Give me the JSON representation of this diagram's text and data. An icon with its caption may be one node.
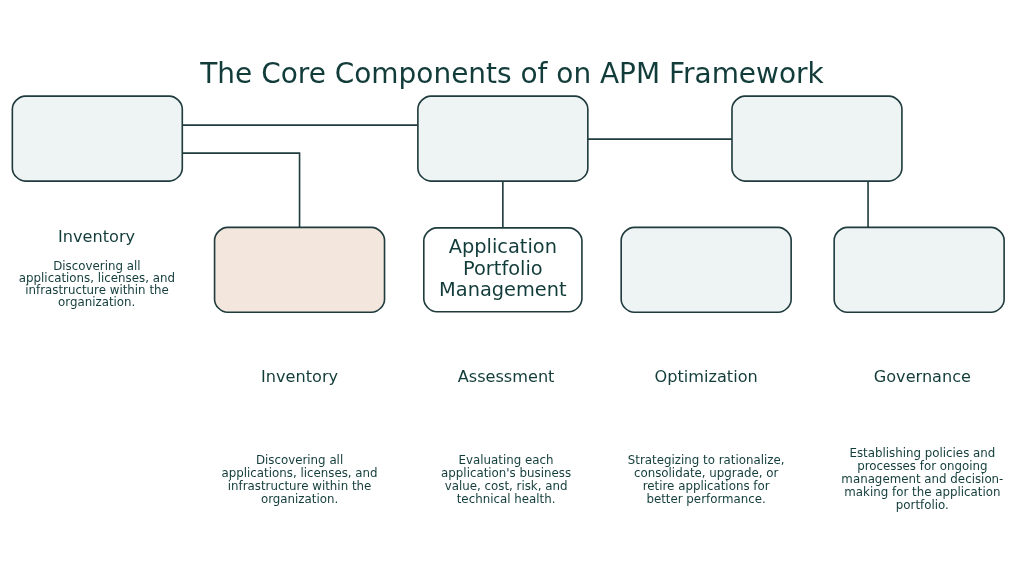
{
  "diagram": {
    "title": "The Core Components of on APM Framework",
    "nodes": [
      {
        "text": [],
        "shape": "box",
        "beside": [
          "Inventory",
          "Discovering all applications, licenses, and infrastructure within the organization."
        ]
      },
      {
        "text": [],
        "shape": "box"
      },
      {
        "text": [],
        "shape": "box"
      },
      {
        "text": [
          "Application Portfolio Management"
        ]
      },
      {
        "text": [],
        "shape": "box"
      },
      {
        "text": [],
        "shape": "box"
      },
      {
        "text": [],
        "shape": "box"
      }
    ],
    "edges": [
      {
        "from": 0,
        "to": 1,
        "arrow": "none"
      },
      {
        "from": 0,
        "to": 4,
        "arrow": "none"
      },
      {
        "from": 1,
        "to": 2,
        "arrow": "none"
      },
      {
        "from": 1,
        "to": 3,
        "arrow": "none"
      },
      {
        "from": 2,
        "to": 6,
        "arrow": "none"
      }
    ],
    "labels": [
      "Inventory",
      "Discovering all applications, licenses, and infrastructure within the organization.",
      "Assessment",
      "Evaluating each application's business value, cost, risk, and technical health.",
      "Optimization",
      "Strategizing to rationalize, consolidate, upgrade, or retire applications for better performance.",
      "Governance",
      "Establishing policies and processes for ongoing management and decision-making for the application portfolio."
    ]
  }
}
